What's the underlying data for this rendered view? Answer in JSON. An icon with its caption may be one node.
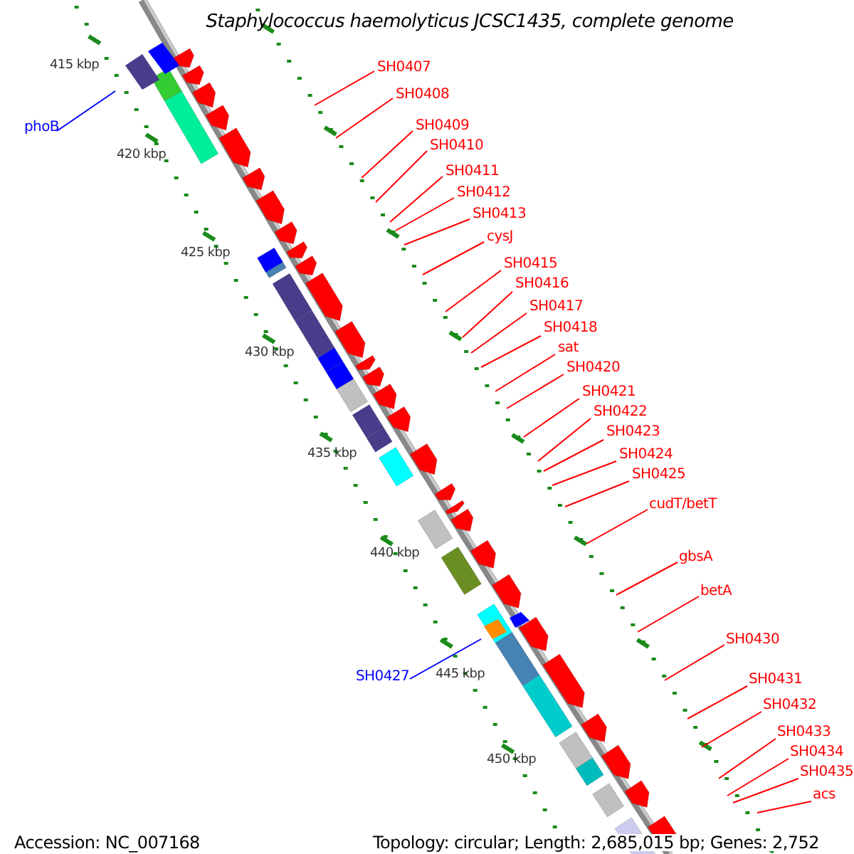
{
  "diagram": {
    "title": "Staphylococcus haemolyticus JCSC1435, complete genome",
    "nodes": [
      {
        "text": [
          "phoB"
        ]
      },
      {
        "text": [
          "SH0407"
        ]
      },
      {
        "text": [
          "SH0408"
        ]
      },
      {
        "text": [
          "SH0409"
        ]
      },
      {
        "text": [
          "SH0410"
        ]
      },
      {
        "text": [
          "SH0411"
        ]
      },
      {
        "text": [
          "SH0412"
        ]
      },
      {
        "text": [
          "SH0413"
        ]
      },
      {
        "text": [
          "cysJ"
        ]
      },
      {
        "text": [
          "SH0415"
        ]
      },
      {
        "text": [
          "SH0416"
        ]
      },
      {
        "text": [
          "SH0417"
        ]
      },
      {
        "text": [
          "SH0418"
        ]
      },
      {
        "text": [
          "sat"
        ]
      },
      {
        "text": [
          "SH0420"
        ]
      },
      {
        "text": [
          "SH0421"
        ]
      },
      {
        "text": [
          "SH0422"
        ]
      },
      {
        "text": [
          "SH0423"
        ]
      },
      {
        "text": [
          "SH0424"
        ]
      },
      {
        "text": [
          "SH0425"
        ]
      },
      {
        "text": [
          "cudT/betT"
        ]
      },
      {
        "text": [
          "gbsA"
        ]
      },
      {
        "text": [
          "betA"
        ]
      },
      {
        "text": [
          "SH0427"
        ]
      },
      {
        "text": [
          "SH0430"
        ]
      },
      {
        "text": [
          "SH0431"
        ]
      },
      {
        "text": [
          "SH0432"
        ]
      },
      {
        "text": [
          "SH0433"
        ]
      },
      {
        "text": [
          "SH0434"
        ]
      },
      {
        "text": [
          "SH0435"
        ]
      },
      {
        "text": [
          "acs"
        ]
      }
    ],
    "edges": [
      {
        "from": 0,
        "to": null,
        "arrow": "none",
        "color": "#0000ff"
      },
      {
        "from": 1,
        "to": null,
        "arrow": "none"
      },
      {
        "from": 2,
        "to": null,
        "arrow": "none"
      },
      {
        "from": 3,
        "to": null,
        "arrow": "none"
      },
      {
        "from": 4,
        "to": null,
        "arrow": "none"
      },
      {
        "from": 5,
        "to": null,
        "arrow": "none"
      },
      {
        "from": 6,
        "to": null,
        "arrow": "none"
      },
      {
        "from": 7,
        "to": null,
        "arrow": "none"
      },
      {
        "from": 8,
        "to": null,
        "arrow": "none"
      },
      {
        "from": 9,
        "to": null,
        "arrow": "none"
      },
      {
        "from": 10,
        "to": null,
        "arrow": "none"
      },
      {
        "from": 11,
        "to": null,
        "arrow": "none"
      },
      {
        "from": 12,
        "to": null,
        "arrow": "none"
      },
      {
        "from": 13,
        "to": null,
        "arrow": "none"
      },
      {
        "from": 14,
        "to": null,
        "arrow": "none"
      },
      {
        "from": 15,
        "to": null,
        "arrow": "none"
      },
      {
        "from": 16,
        "to": null,
        "arrow": "none"
      },
      {
        "from": 17,
        "to": null,
        "arrow": "none"
      },
      {
        "from": 18,
        "to": null,
        "arrow": "none"
      },
      {
        "from": 19,
        "to": null,
        "arrow": "none"
      },
      {
        "from": 20,
        "to": null,
        "arrow": "none"
      },
      {
        "from": 21,
        "to": null,
        "arrow": "none"
      },
      {
        "from": 22,
        "to": null,
        "arrow": "none"
      },
      {
        "from": 23,
        "to": null,
        "arrow": "none",
        "color": "#0000ff"
      },
      {
        "from": 24,
        "to": null,
        "arrow": "none"
      },
      {
        "from": 25,
        "to": null,
        "arrow": "none"
      },
      {
        "from": 26,
        "to": null,
        "arrow": "none"
      },
      {
        "from": 27,
        "to": null,
        "arrow": "none"
      },
      {
        "from": 28,
        "to": null,
        "arrow": "none"
      },
      {
        "from": 29,
        "to": null,
        "arrow": "none"
      },
      {
        "from": 30,
        "to": null,
        "arrow": "none"
      }
    ],
    "labels": [
      "415 kbp",
      "420 kbp",
      "425 kbp",
      "430 kbp",
      "435 kbp",
      "440 kbp",
      "445 kbp",
      "450 kbp",
      "Accession: NC_007168",
      "Topology: circular; Length: 2,685,015 bp; Genes: 2,752"
    ]
  }
}
